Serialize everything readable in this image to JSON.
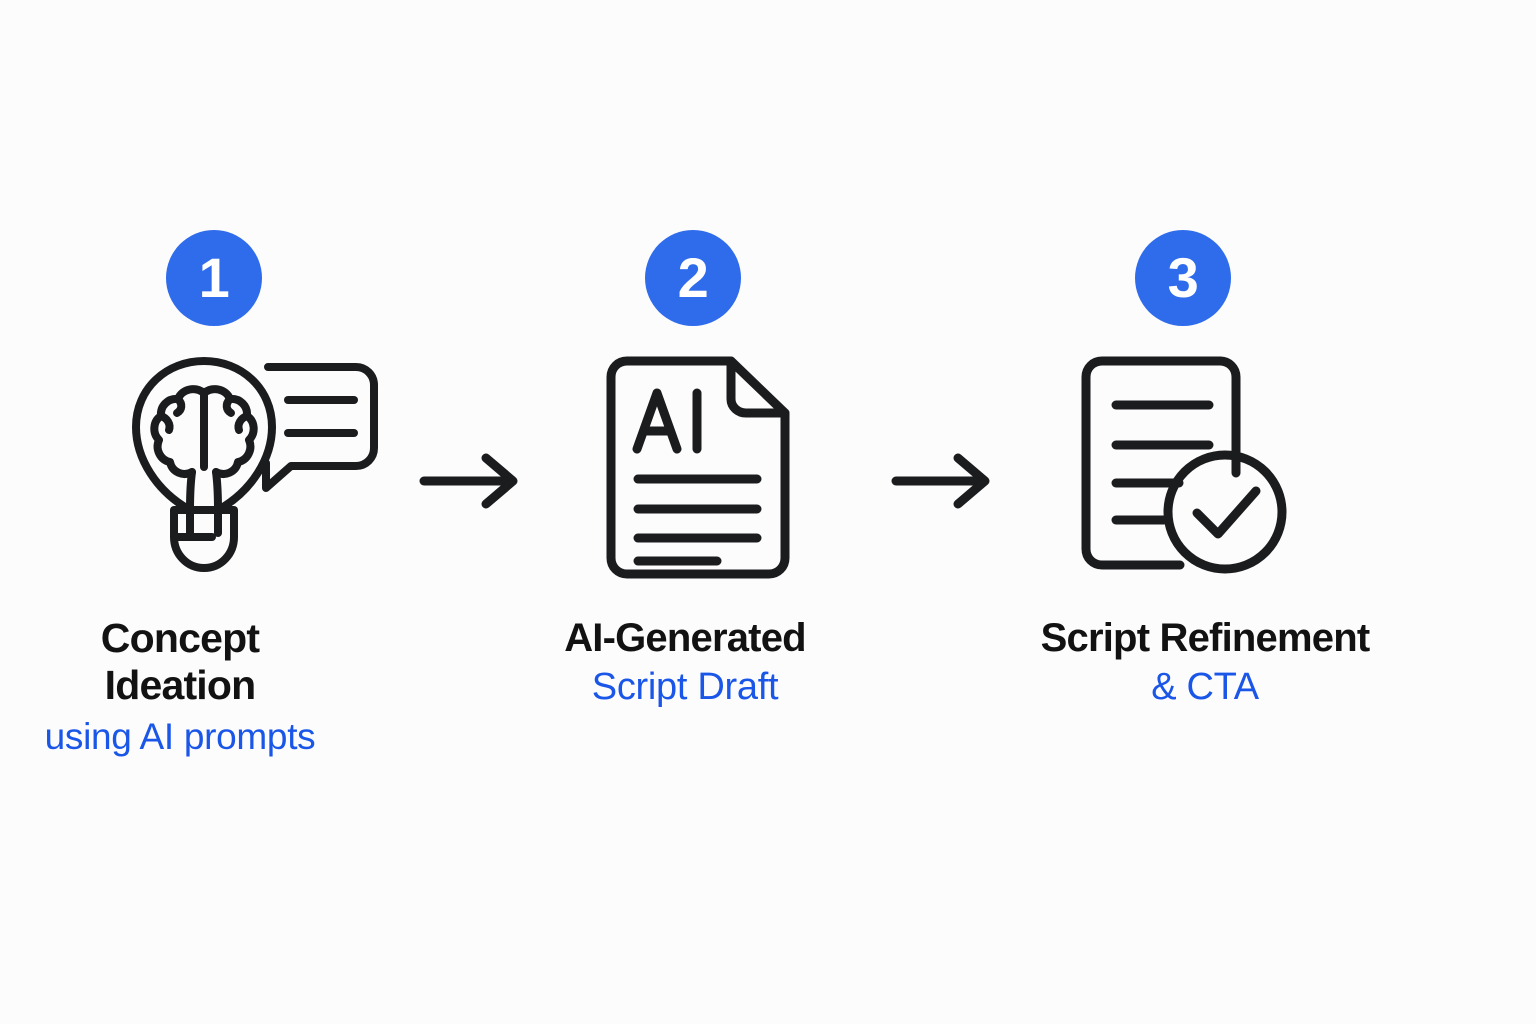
{
  "theme": {
    "background": "#fcfcfd",
    "badge_blue": "#2f6ceb",
    "accent_blue": "#1a56e8",
    "ink": "#121212"
  },
  "diagram": {
    "type": "process-flow",
    "orientation": "horizontal",
    "step_count": 3,
    "connector": "arrow-right"
  },
  "steps": [
    {
      "number": "1",
      "icon": "lightbulb-brain-speech-bubble-icon",
      "title": "Concept\nIdeation",
      "subtitle": "using AI prompts"
    },
    {
      "number": "2",
      "icon": "ai-document-icon",
      "icon_text": "AI",
      "title": "AI-Generated",
      "subtitle": "Script Draft"
    },
    {
      "number": "3",
      "icon": "document-check-icon",
      "title": "Script Refinement",
      "subtitle": "& CTA"
    }
  ],
  "connectors": [
    {
      "label": "arrow-step1-to-step2"
    },
    {
      "label": "arrow-step2-to-step3"
    }
  ]
}
